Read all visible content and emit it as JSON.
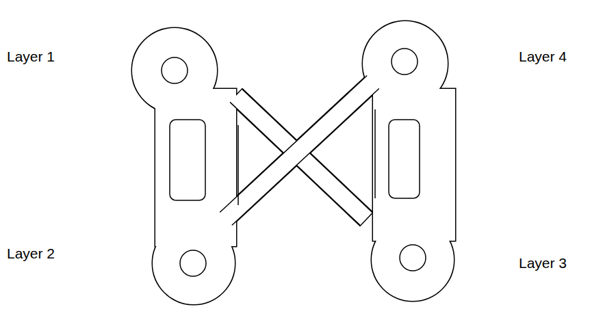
{
  "diagram": {
    "labels": [
      "Layer 1",
      "Layer 4",
      "Layer 2",
      "Layer 3"
    ]
  }
}
